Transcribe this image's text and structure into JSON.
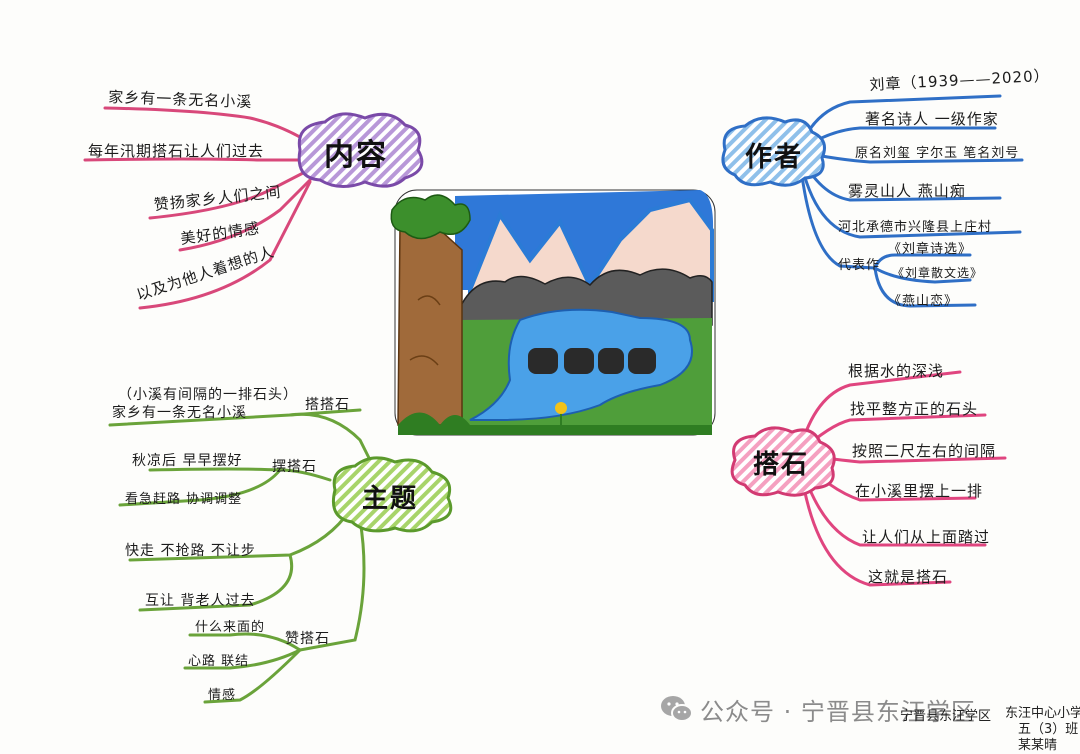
{
  "center_image": "drawing of a mountain valley with a tree, stream and stepping stones",
  "branches": {
    "content": {
      "title": "内容",
      "items": [
        "家乡有一条无名小溪",
        "每年汛期搭石让人们过去",
        "赞扬家乡人们之间",
        "美好的情感",
        "以及为他人着想的人"
      ]
    },
    "author": {
      "title": "作者",
      "items": [
        "刘章（1939——2020）",
        "著名诗人 一级作家",
        "原名刘玺 字尔玉 笔名刘号",
        "雾灵山人 燕山痴",
        "河北承德市兴隆县上庄村"
      ],
      "works_label": "代表作",
      "works": [
        "《刘章诗选》",
        "《刘章散文选》",
        "《燕山恋》"
      ]
    },
    "theme": {
      "title": "主题",
      "top_items": [
        "（小溪有间隔的一排石头）",
        "家乡有一条无名小溪"
      ],
      "sub_branches": [
        {
          "label": "搭搭石",
          "items": []
        },
        {
          "label": "摆搭石",
          "items": [
            "秋凉后 早早摆好",
            "看急赶路 协调调整"
          ]
        },
        {
          "label": "",
          "items": [
            "快走 不抢路 不让步",
            "互让 背老人过去"
          ]
        },
        {
          "label": "赞搭石",
          "items": [
            "什么来面的",
            "心路 联结",
            "情感"
          ]
        }
      ]
    },
    "stones": {
      "title": "搭石",
      "items": [
        "根据水的深浅",
        "找平整方正的石头",
        "按照二尺左右的间隔",
        "在小溪里摆上一排",
        "让人们从上面踏过",
        "这就是搭石"
      ]
    }
  },
  "watermark": {
    "text": "公众号 · 宁晋县东汪学区"
  },
  "signature": {
    "lines": [
      "宁晋县东汪学区",
      "东汪中心小学",
      "五（3）班",
      "某某晴"
    ]
  },
  "colors": {
    "content": "#d8487a",
    "content_cloud": "#9f7ac4",
    "author": "#2f6fc6",
    "author_cloud": "#8fc0ea",
    "theme": "#6aa33a",
    "theme_cloud": "#9ccf5e",
    "stones": "#e0457f",
    "stones_cloud": "#f27ea9"
  }
}
